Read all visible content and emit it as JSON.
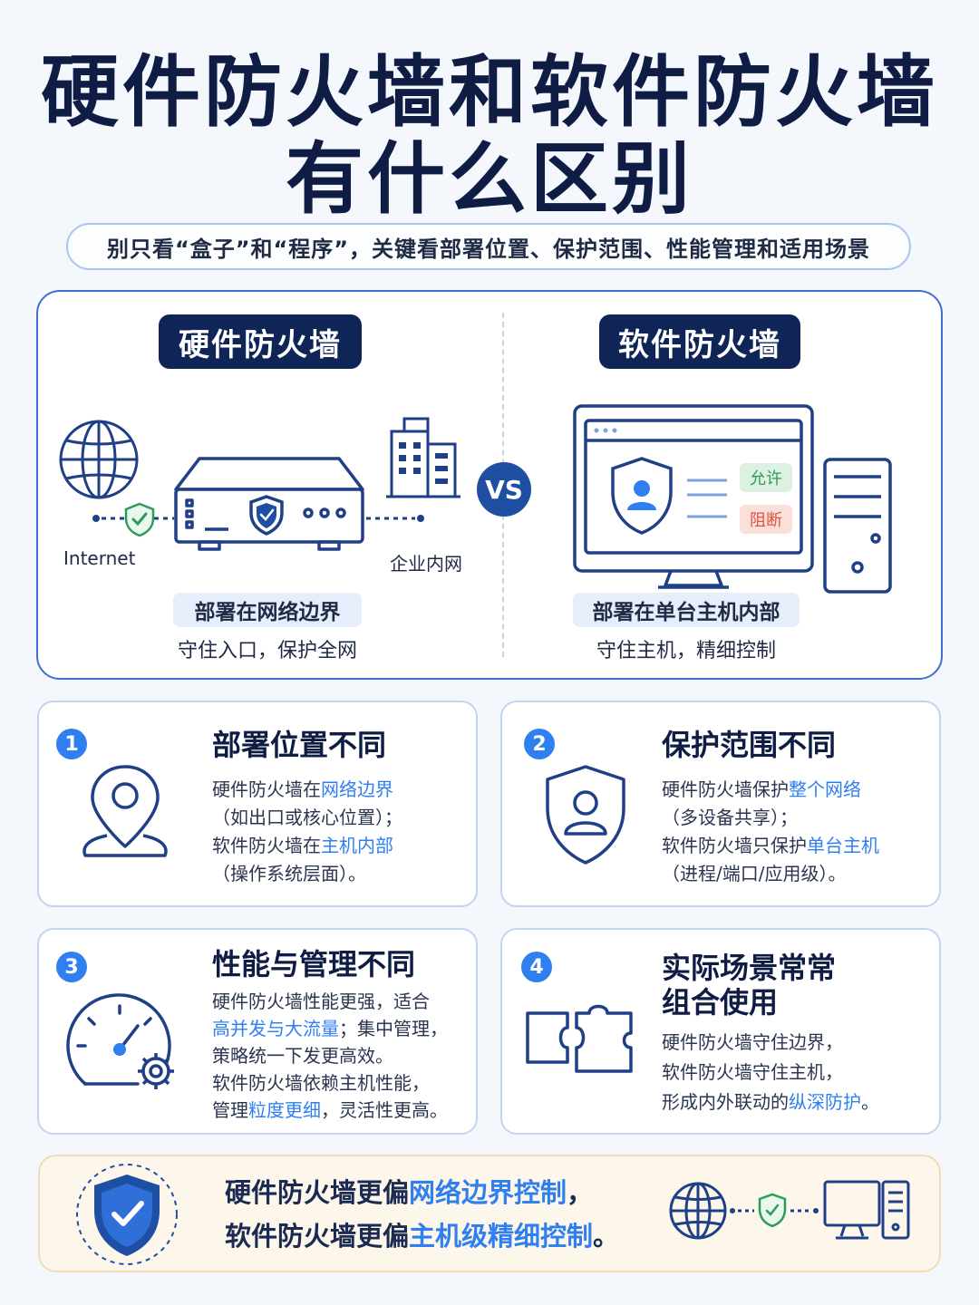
{
  "title": {
    "line1": "硬件防火墙和软件防火墙",
    "line2": "有什么区别"
  },
  "subtitle": "别只看“盒子”和“程序”，关键看部署位置、保护范围、性能管理和适用场景",
  "compare": {
    "hardware": {
      "heading": "硬件防火墙",
      "left_label": "Internet",
      "right_label": "企业内网",
      "location": "部署在网络边界",
      "caption": "守住入口，保护全网"
    },
    "vs": "VS",
    "software": {
      "heading": "软件防火墙",
      "allow": "允许",
      "block": "阻断",
      "location": "部署在单台主机内部",
      "caption": "守住主机，精细控制"
    }
  },
  "cards": [
    {
      "num": "1",
      "title": "部署位置不同",
      "l1a": "硬件防火墙在",
      "l1b": "网络边界",
      "l2": "（如出口或核心位置）；",
      "l3a": "软件防火墙在",
      "l3b": "主机内部",
      "l4": "（操作系统层面）。"
    },
    {
      "num": "2",
      "title": "保护范围不同",
      "l1a": "硬件防火墙保护",
      "l1b": "整个网络",
      "l2": "（多设备共享）；",
      "l3a": "软件防火墙只保护",
      "l3b": "单台主机",
      "l4": "（进程/端口/应用级）。"
    },
    {
      "num": "3",
      "title": "性能与管理不同",
      "l1": "硬件防火墙性能更强，适合",
      "l2a": "高并发与大流量",
      "l2b": "；集中管理，",
      "l3": "策略统一下发更高效。",
      "l4": "软件防火墙依赖主机性能，",
      "l5a": "管理",
      "l5b": "粒度更细",
      "l5c": "，灵活性更高。"
    },
    {
      "num": "4",
      "title1": "实际场景常常",
      "title2": "组合使用",
      "l1": "硬件防火墙守住边界，",
      "l2": "软件防火墙守住主机，",
      "l3a": "形成内外联动的",
      "l3b": "纵深防护",
      "l3c": "。"
    }
  ],
  "summary": {
    "l1a": "硬件防火墙更偏",
    "l1b": "网络边界控制",
    "l1c": "，",
    "l2a": "软件防火墙更偏",
    "l2b": "主机级精细控制",
    "l2c": "。"
  },
  "colors": {
    "accent": "#2f7ff0",
    "navy": "#0f2557",
    "allow_green": "#2e9b5a",
    "block_red": "#e0533e"
  }
}
